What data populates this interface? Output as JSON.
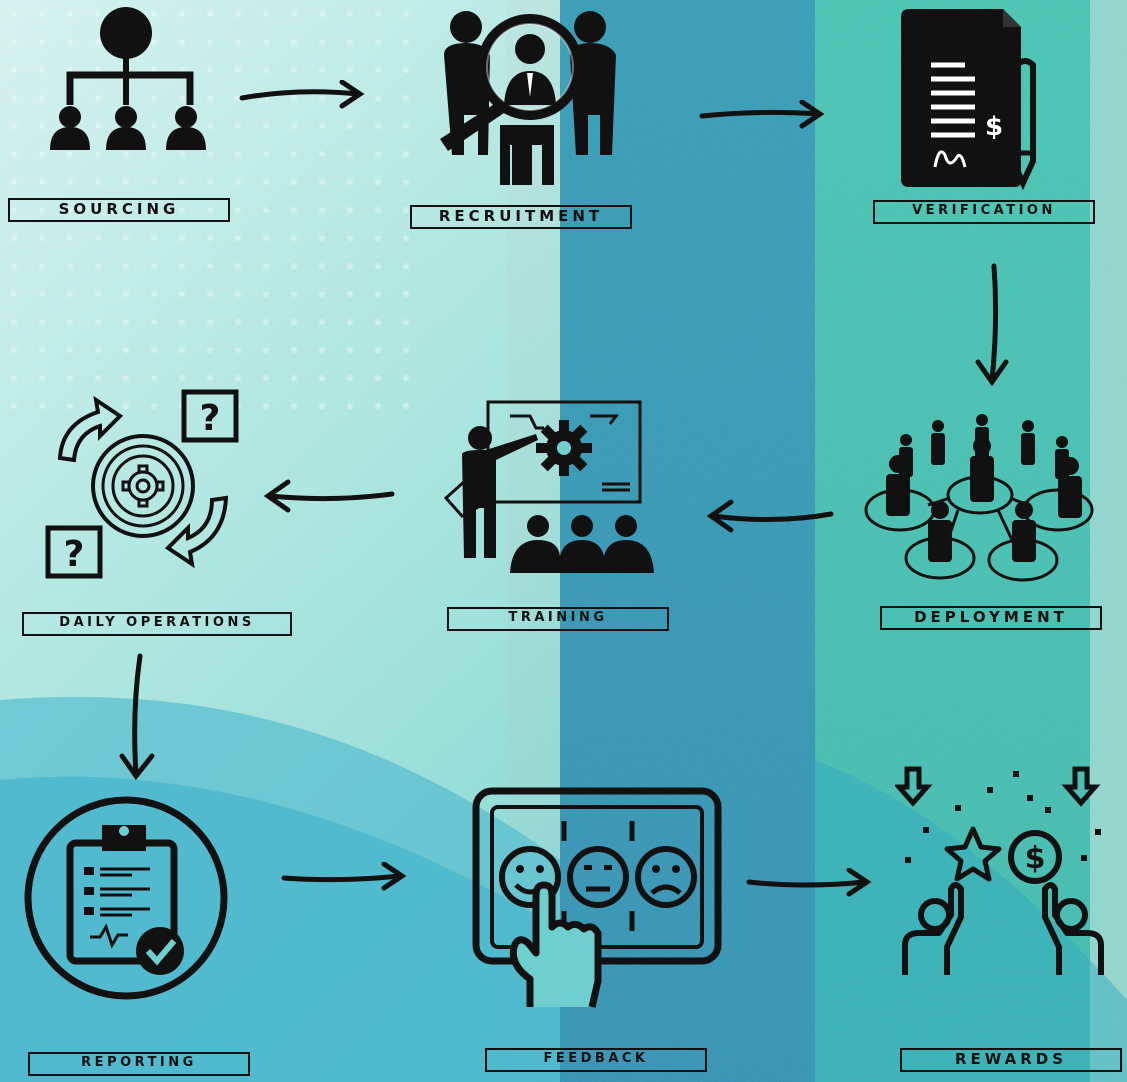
{
  "steps": [
    {
      "id": "sourcing",
      "label": "SOURCING",
      "icon": "org-chart-icon"
    },
    {
      "id": "recruitment",
      "label": "RECRUITMENT",
      "icon": "magnifier-candidate-icon"
    },
    {
      "id": "verification",
      "label": "VERIFICATION",
      "icon": "contract-document-icon"
    },
    {
      "id": "deployment",
      "label": "DEPLOYMENT",
      "icon": "network-people-icon"
    },
    {
      "id": "training",
      "label": "TRAINING",
      "icon": "presentation-training-icon"
    },
    {
      "id": "daily_operations",
      "label": "DAILY OPERATIONS",
      "icon": "gear-cycle-icon"
    },
    {
      "id": "reporting",
      "label": "REPORTING",
      "icon": "clipboard-report-icon"
    },
    {
      "id": "feedback",
      "label": "FEEDBACK",
      "icon": "rating-faces-icon"
    },
    {
      "id": "rewards",
      "label": "REWARDS",
      "icon": "rewards-people-icon"
    }
  ],
  "flow": [
    "sourcing",
    "recruitment",
    "verification",
    "deployment",
    "training",
    "daily_operations",
    "reporting",
    "feedback",
    "rewards"
  ],
  "colors": {
    "ink": "#111111",
    "bg_light": "#cdeee8",
    "bg_mid": "#5fc0c2",
    "strip_blue": "#2e9fb8",
    "strip_teal": "#3cc2b0"
  }
}
